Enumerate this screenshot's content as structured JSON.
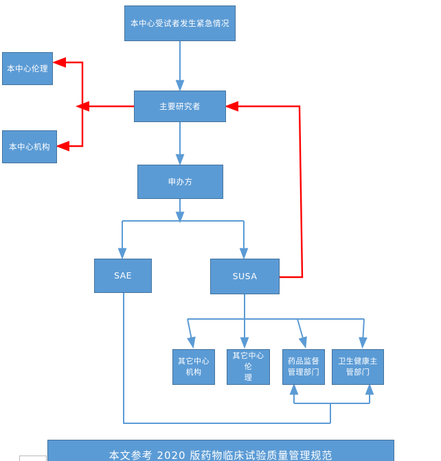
{
  "diagram": {
    "title_node": "本中心受试者发生紧急情况",
    "nodes": {
      "emergency": "本中心受试者发生紧急情况",
      "local_ethics": "本中心伦理",
      "local_org": "本中心机构",
      "principal_investigator": "主要研究者",
      "sponsor": "申办方",
      "sae": "SAE",
      "susa": "SUSA",
      "other_center_org": "其它中心\n机构",
      "other_center_ethics": "其它中心伦\n理",
      "drug_admin": "药品监督\n管理部门",
      "health_admin": "卫生健康主\n管部门"
    },
    "caption": "本文参考 2020 版药物临床试验质量管理规范",
    "colors": {
      "node_fill": "#5B9BD5",
      "node_border": "#41719C",
      "blue_edge": "#5B9BD5",
      "red_edge": "#FF0000",
      "node_text": "#FFFFFF"
    },
    "edges": [
      {
        "from": "emergency",
        "to": "principal_investigator",
        "color": "#5B9BD5"
      },
      {
        "from": "principal_investigator",
        "to": "local_ethics",
        "color": "#FF0000"
      },
      {
        "from": "principal_investigator",
        "to": "local_org",
        "color": "#FF0000"
      },
      {
        "from": "principal_investigator",
        "to": "sponsor",
        "color": "#5B9BD5"
      },
      {
        "from": "sponsor",
        "to": "sae",
        "color": "#5B9BD5"
      },
      {
        "from": "sponsor",
        "to": "susa",
        "color": "#5B9BD5"
      },
      {
        "from": "susa",
        "to": "other_center_org",
        "color": "#5B9BD5"
      },
      {
        "from": "susa",
        "to": "other_center_ethics",
        "color": "#5B9BD5"
      },
      {
        "from": "susa",
        "to": "drug_admin",
        "color": "#5B9BD5"
      },
      {
        "from": "susa",
        "to": "health_admin",
        "color": "#5B9BD5"
      },
      {
        "from": "susa",
        "to": "principal_investigator",
        "color": "#FF0000"
      },
      {
        "from": "sae",
        "to": "drug_admin",
        "color": "#5B9BD5"
      },
      {
        "from": "sae",
        "to": "health_admin",
        "color": "#5B9BD5"
      }
    ]
  }
}
